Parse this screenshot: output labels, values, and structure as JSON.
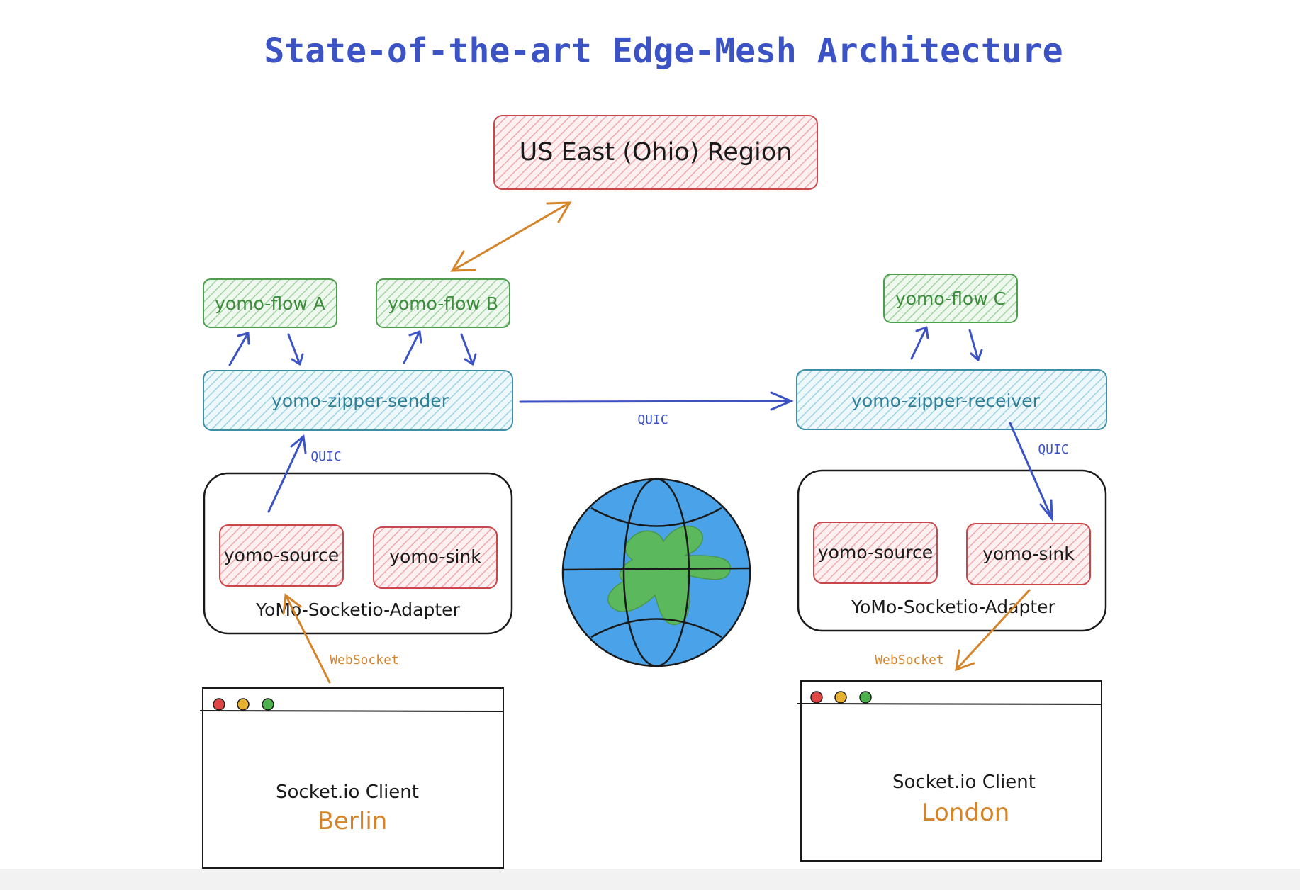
{
  "title": "State-of-the-art Edge-Mesh Architecture",
  "colors": {
    "title": "#3b53c4",
    "blue_arrow": "#3b53c4",
    "orange": "#d6842a",
    "red_stroke": "#c9474a",
    "red_hatch": "#f1a7ab",
    "green_stroke": "#4f9e4f",
    "green_text": "#3c8c3c",
    "green_hatch": "#9fd39f",
    "teal_stroke": "#3e8fa6",
    "teal_text": "#2e7f97",
    "teal_hatch": "#9bd3e3",
    "globe_ocean": "#4aa3e8",
    "globe_land": "#5cb85c",
    "dot_red": "#e04545",
    "dot_yellow": "#e8b030",
    "dot_green": "#4cb04c"
  },
  "region": {
    "label": "US East (Ohio) Region"
  },
  "flows": {
    "a": "yomo-flow A",
    "b": "yomo-flow B",
    "c": "yomo-flow C"
  },
  "zippers": {
    "sender": "yomo-zipper-sender",
    "receiver": "yomo-zipper-receiver"
  },
  "edges": {
    "quic_center": "QUIC",
    "quic_left": "QUIC",
    "quic_right": "QUIC",
    "websocket_left": "WebSocket",
    "websocket_right": "WebSocket"
  },
  "adapters": {
    "left": {
      "label": "YoMo-Socketio-Adapter",
      "source": "yomo-source",
      "sink": "yomo-sink"
    },
    "right": {
      "label": "YoMo-Socketio-Adapter",
      "source": "yomo-source",
      "sink": "yomo-sink"
    }
  },
  "clients": {
    "left": {
      "label": "Socket.io Client",
      "city": "Berlin"
    },
    "right": {
      "label": "Socket.io Client",
      "city": "London"
    }
  }
}
